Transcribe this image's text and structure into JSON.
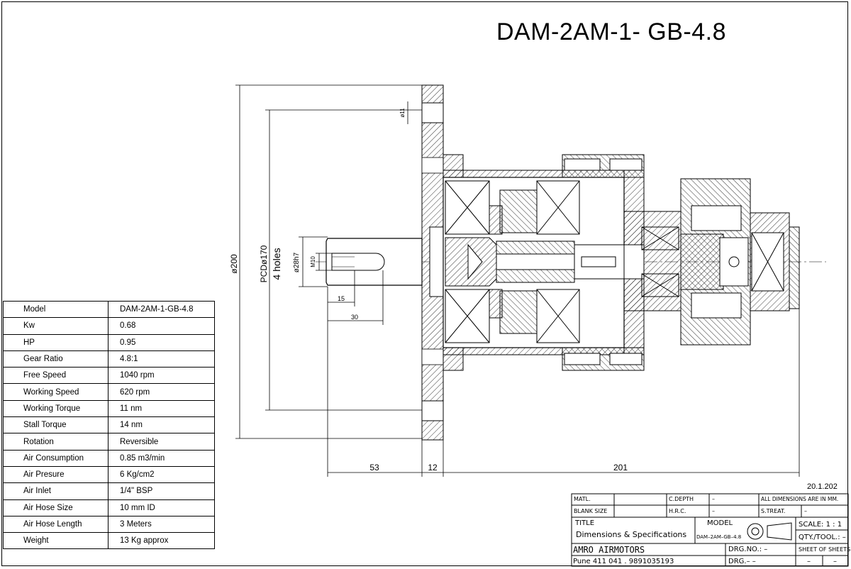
{
  "drawing": {
    "title": "DAM-2AM-1- GB-4.8",
    "date": "20.1.202"
  },
  "dimensions": {
    "overall_dia": "ø200",
    "pcd": "PCDø170",
    "holes": "4 holes",
    "shaft_dia": "ø28h7",
    "thread": "M10",
    "hole_dia": "ø11",
    "key_15": "15",
    "key_30": "30",
    "len_53": "53",
    "len_12": "12",
    "len_201": "201"
  },
  "specs": [
    {
      "label": "Model",
      "value": "DAM-2AM-1-GB-4.8"
    },
    {
      "label": "Kw",
      "value": "0.68"
    },
    {
      "label": "HP",
      "value": "0.95"
    },
    {
      "label": "Gear Ratio",
      "value": "4.8:1"
    },
    {
      "label": "Free Speed",
      "value": "1040 rpm"
    },
    {
      "label": "Working Speed",
      "value": "620 rpm"
    },
    {
      "label": "Working Torque",
      "value": "11 nm"
    },
    {
      "label": "Stall Torque",
      "value": "14 nm"
    },
    {
      "label": "Rotation",
      "value": "Reversible"
    },
    {
      "label": "Air Consumption",
      "value": "0.85 m3/min"
    },
    {
      "label": "Air Presure",
      "value": "6 Kg/cm2"
    },
    {
      "label": "Air Inlet",
      "value": "1/4\" BSP"
    },
    {
      "label": "Air Hose Size",
      "value": "10 mm ID"
    },
    {
      "label": "Air Hose Length",
      "value": "3 Meters"
    },
    {
      "label": "Weight",
      "value": "13 Kg approx"
    }
  ],
  "title_block": {
    "matl": "MATL.",
    "blank_size": "BLANK SIZE",
    "c_depth": "C.DEPTH",
    "hrc": "H.R.C.",
    "dash": "–",
    "all_dims": "ALL DIMENSIONS ARE IN MM.",
    "s_treat": "S.TREAT.",
    "title_label": "TITLE",
    "title_value": "Dimensions & Specifications",
    "model_label": "MODEL",
    "model_value": "DAM–2AM–GB–4.8",
    "scale": "SCALE: 1 : 1",
    "qty_tool": "QTY./TOOL.: –",
    "company": "AMRO AIRMOTORS",
    "address": "Pune 411 041 . 9891035193",
    "drg_no": "DRG.NO.: –",
    "drg": "DRG.– –",
    "sheet_of_sheets": "SHEET OF SHEETS"
  }
}
